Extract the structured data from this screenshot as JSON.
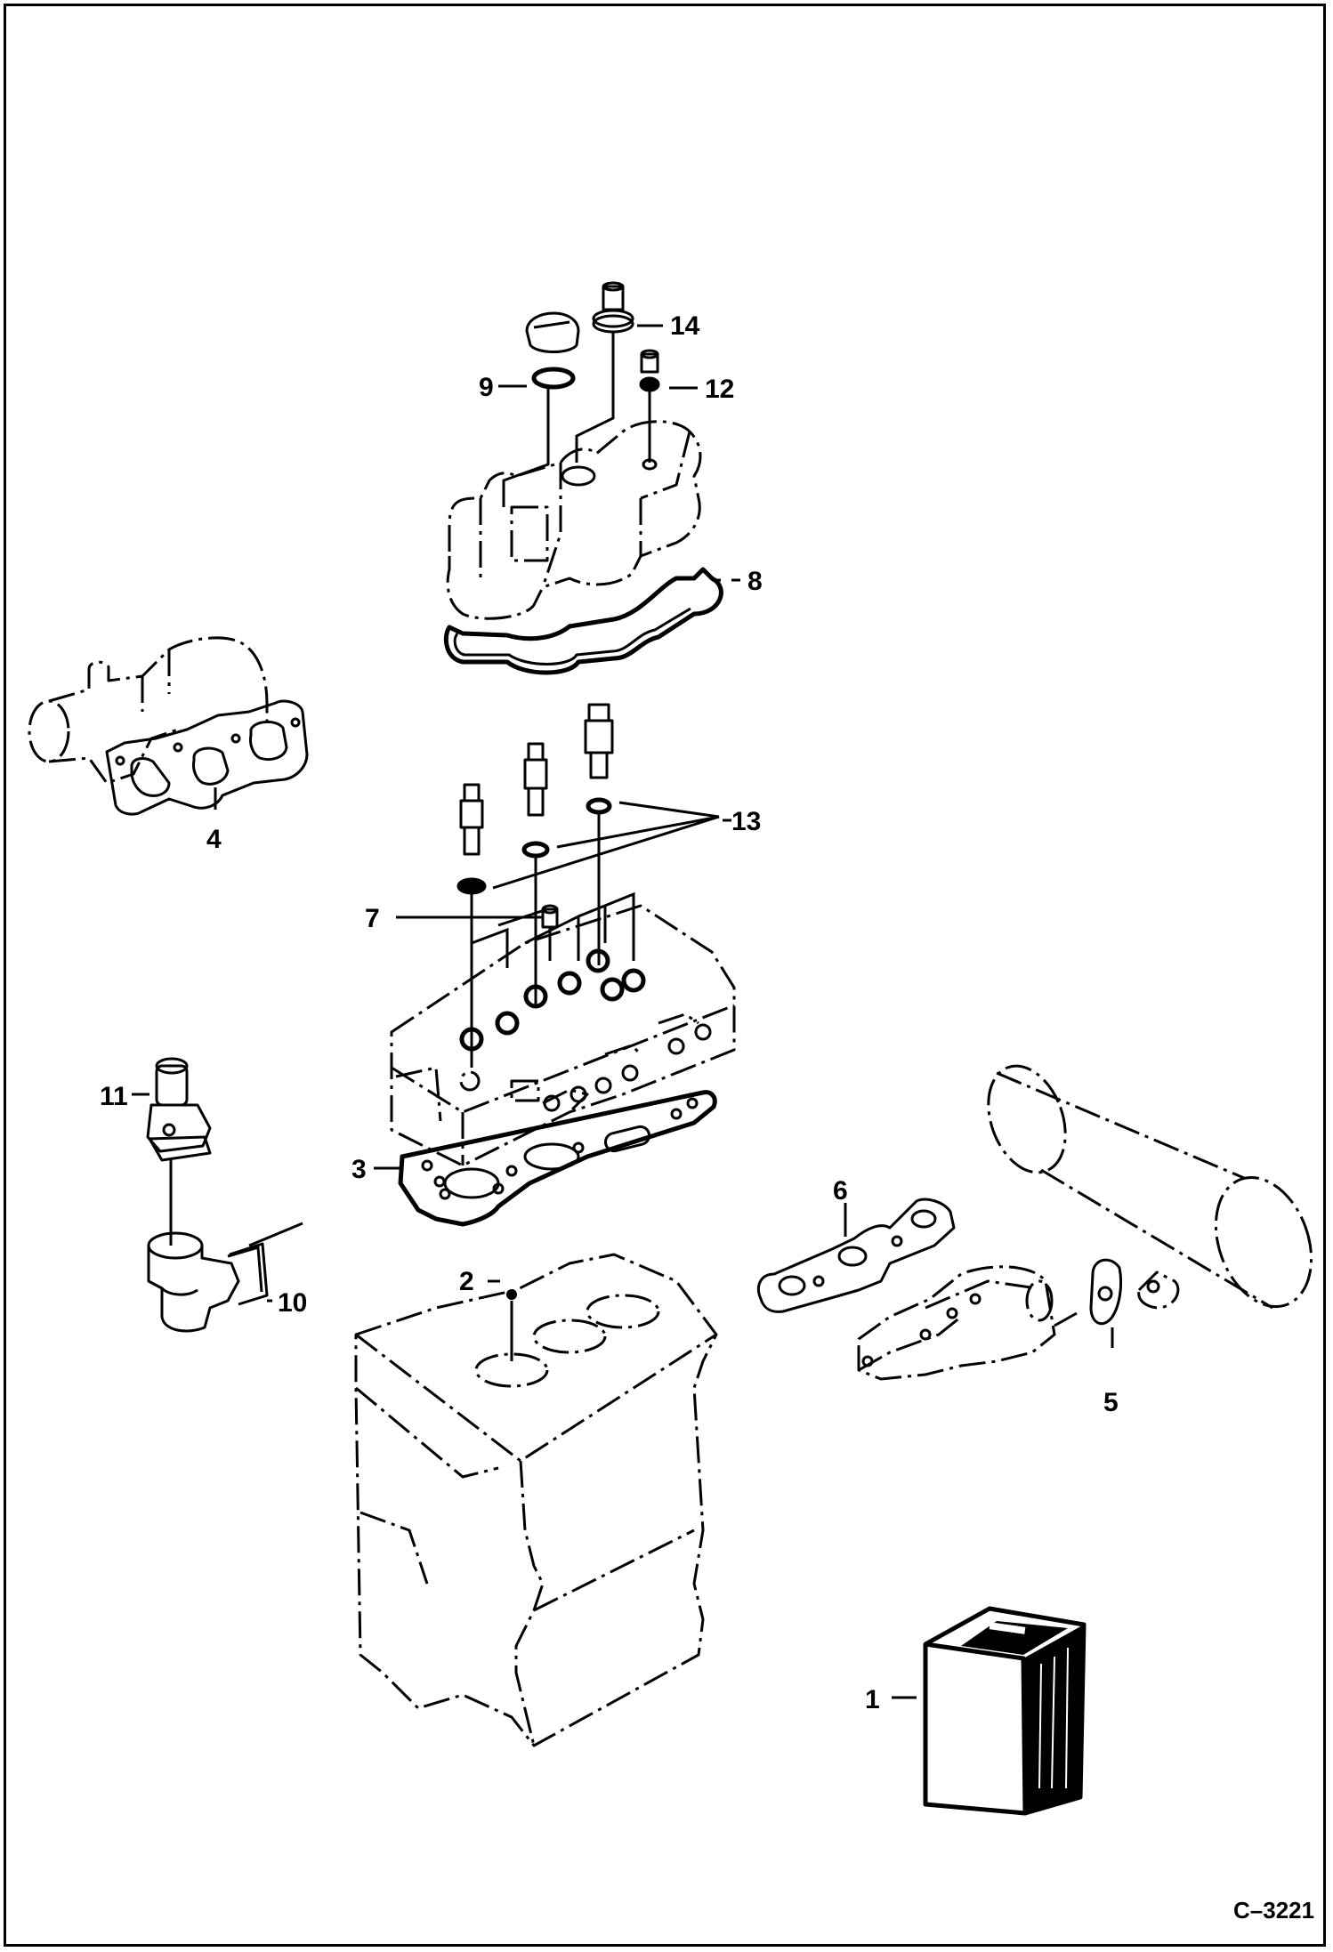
{
  "diagram": {
    "figure_ref": "C–3221",
    "callouts": {
      "c1": "1",
      "c2": "2",
      "c3": "3",
      "c4": "4",
      "c5": "5",
      "c6": "6",
      "c7": "7",
      "c8": "8",
      "c9": "9",
      "c10": "10",
      "c11": "11",
      "c12": "12",
      "c13": "13",
      "c14": "14"
    }
  }
}
